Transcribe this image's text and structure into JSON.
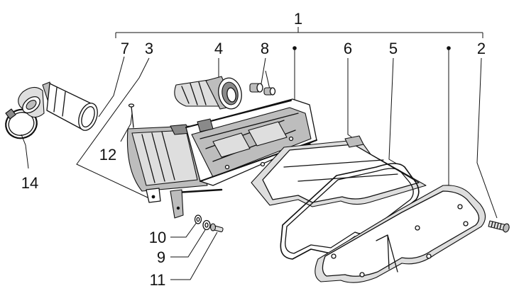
{
  "callouts": {
    "c1": "1",
    "c2": "2",
    "c3": "3",
    "c4": "4",
    "c5": "5",
    "c6": "6",
    "c7": "7",
    "c8": "8",
    "c9": "9",
    "c10": "10",
    "c11": "11",
    "c12": "12",
    "c14": "14"
  }
}
